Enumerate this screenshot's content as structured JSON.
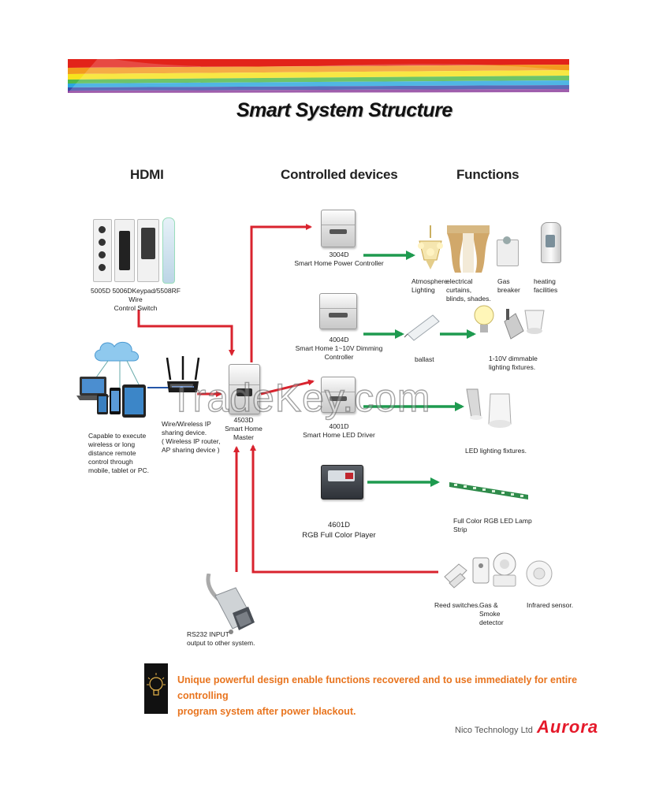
{
  "page": {
    "title": "Smart System Structure",
    "watermark": "TradeKey.com"
  },
  "columns": {
    "hdmi": "HDMI",
    "controlled": "Controlled devices",
    "functions": "Functions"
  },
  "inputs": {
    "keypad_line1": "5005D 5006DKeypad/5508RF Wire",
    "keypad_line2": "Control Switch",
    "mobile_line1": "Capable to execute",
    "mobile_line2": "wireless or long",
    "mobile_line3": "distance remote",
    "mobile_line4": "control through",
    "mobile_line5": "mobile, tablet or PC.",
    "router_line1": "Wire/Wireless IP",
    "router_line2": "sharing device.",
    "router_line3": "( Wireless IP router,",
    "router_line4": "AP sharing device )",
    "rs232_line1": "RS232 INPUT",
    "rs232_line2": "output to other system."
  },
  "master": {
    "model": "4503D",
    "name": "Smart Home Master"
  },
  "devices": [
    {
      "model": "3004D",
      "name": "Smart Home Power Controller"
    },
    {
      "model": "4004D",
      "name": "Smart Home 1~10V Dimming Controller"
    },
    {
      "model": "4001D",
      "name": "Smart Home LED Driver"
    },
    {
      "model": "4601D",
      "name": "RGB Full Color Player"
    }
  ],
  "functions": {
    "atmosphere_line1": "Atmosphere",
    "atmosphere_line2": "Lighting",
    "curtains_line1": "electrical curtains,",
    "curtains_line2": "blinds, shades.",
    "gas_breaker": "Gas breaker",
    "heating": "heating facilities",
    "ballast": "ballast",
    "dimmable_line1": "1-10V dimmable",
    "dimmable_line2": "lighting fixtures.",
    "led_fixtures": "LED lighting fixtures.",
    "led_strip": "Full Color RGB LED Lamp Strip",
    "reed": "Reed switches.",
    "smoke_line1": "Gas & Smoke",
    "smoke_line2": "detector",
    "infrared": "Infrared sensor."
  },
  "footer": {
    "note_line1": "Unique powerful design enable functions recovered and to use immediately for entire controlling",
    "note_line2": "program system after power blackout.",
    "company": "Nico Technology Ltd",
    "brand": "Aurora"
  },
  "colors": {
    "red_arrow": "#d9232e",
    "green_arrow": "#1e9a4f",
    "blue_link": "#2456a8",
    "note": "#e8741e"
  }
}
